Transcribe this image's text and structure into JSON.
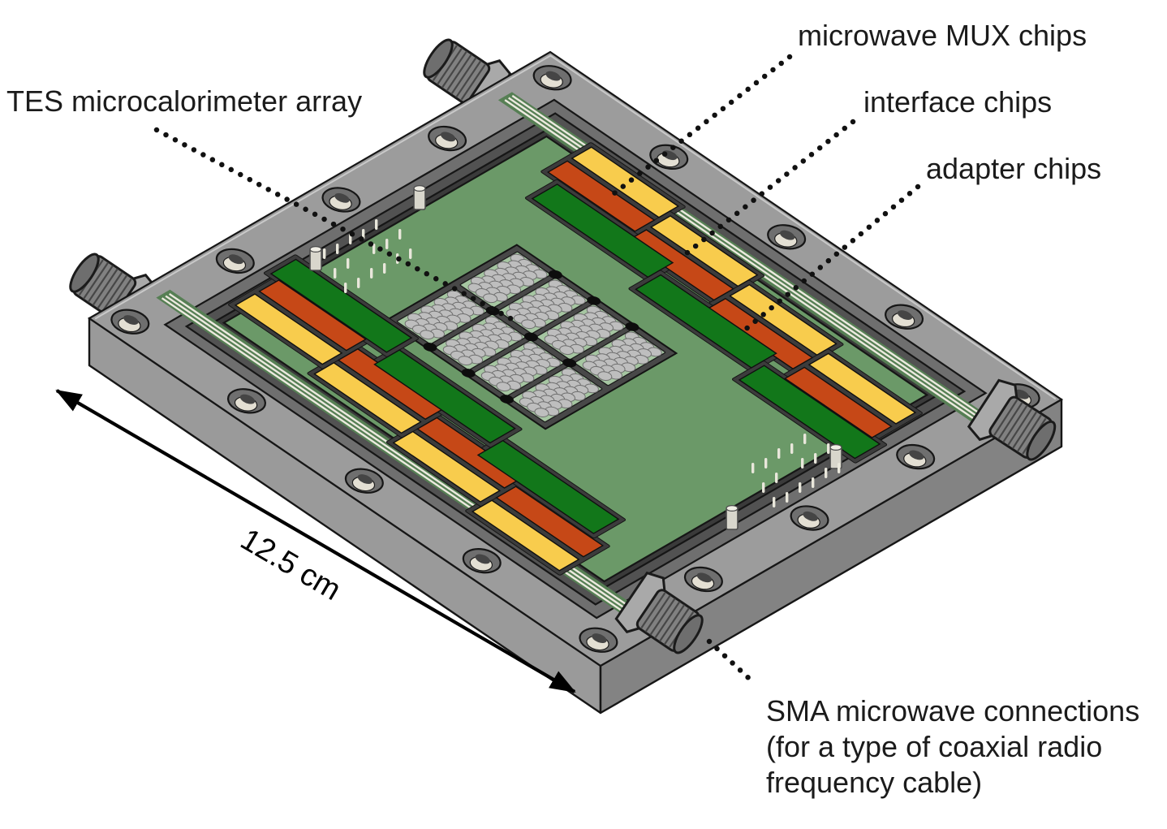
{
  "figure_labels": {
    "tes_array": "TES microcalorimeter array",
    "mux_chips": "microwave MUX chips",
    "interface_chips": "interface chips",
    "adapter_chips": "adapter chips",
    "sma_line1": "SMA microwave connections",
    "sma_line2": "(for a type of coaxial radio",
    "sma_line3": "frequency cable)",
    "scale_label": "12.5 cm"
  },
  "components": [
    {
      "name": "TES microcalorimeter array",
      "color": "#A6C6A2",
      "count": 8,
      "location": "center of package"
    },
    {
      "name": "microwave MUX chips",
      "color": "#F8CC4D",
      "count": 8,
      "location": "outer staggered chip rows"
    },
    {
      "name": "interface chips",
      "color": "#C64817",
      "count": 8,
      "location": "middle staggered chip rows"
    },
    {
      "name": "adapter chips",
      "color": "#12771A",
      "count": 6,
      "location": "inner chip rows beside TES array"
    },
    {
      "name": "SMA microwave connections",
      "color": "#818181",
      "count": 4,
      "location": "two per opposing package edge"
    },
    {
      "name": "screw holes",
      "count": 16,
      "location": "package frame"
    },
    {
      "name": "alignment posts",
      "count": 4,
      "location": "circuit board"
    }
  ],
  "colors": {
    "mux_chip": "#F8CC4D",
    "interface_chip": "#C64817",
    "adapter_chip": "#12771A",
    "pcb_green": "#6B9968",
    "tes_chip": "#A6C6A2",
    "tes_pixel": "#BEBEBE",
    "frame_top": "#9C9C9C",
    "frame_side_sw": "#9A9A9A",
    "frame_side_se": "#838383",
    "frame_step": "#6F6F6F",
    "frame_wall": "#525252",
    "recess_floor": "#3A3A3A",
    "chip_bed": "#3C3C3C",
    "array_plate": "#484848",
    "trace_white": "#ECEADF",
    "outline": "#1A1A1A",
    "label_text": "#1B1B1B"
  }
}
